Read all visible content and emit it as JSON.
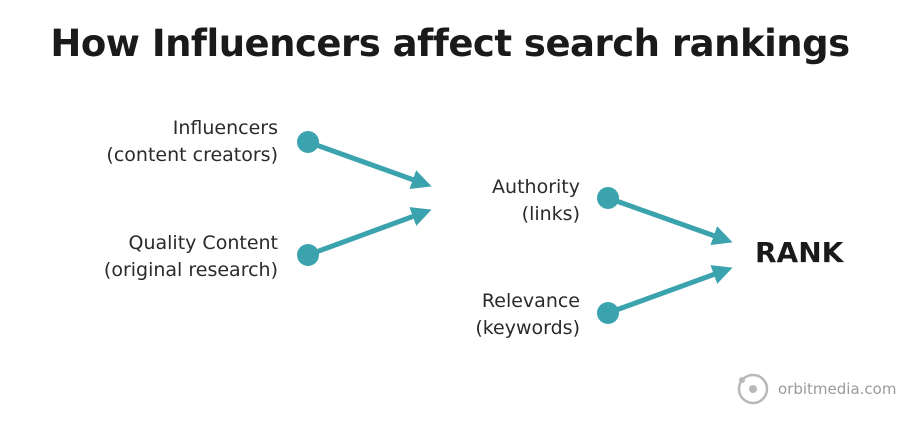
{
  "title": "How Influencers affect search rankings",
  "inputs": {
    "influencers": {
      "line1": "Influencers",
      "line2": "(content creators)"
    },
    "quality": {
      "line1": "Quality Content",
      "line2": "(original research)"
    }
  },
  "factors": {
    "authority": {
      "line1": "Authority",
      "line2": "(links)"
    },
    "relevance": {
      "line1": "Relevance",
      "line2": "(keywords)"
    }
  },
  "result": {
    "label": "RANK"
  },
  "watermark": {
    "text": "orbitmedia.com",
    "icon": "orbit-logo-icon"
  },
  "colors": {
    "accent": "#3ba3ad",
    "text": "#222222",
    "watermark": "#9a9a9a"
  }
}
